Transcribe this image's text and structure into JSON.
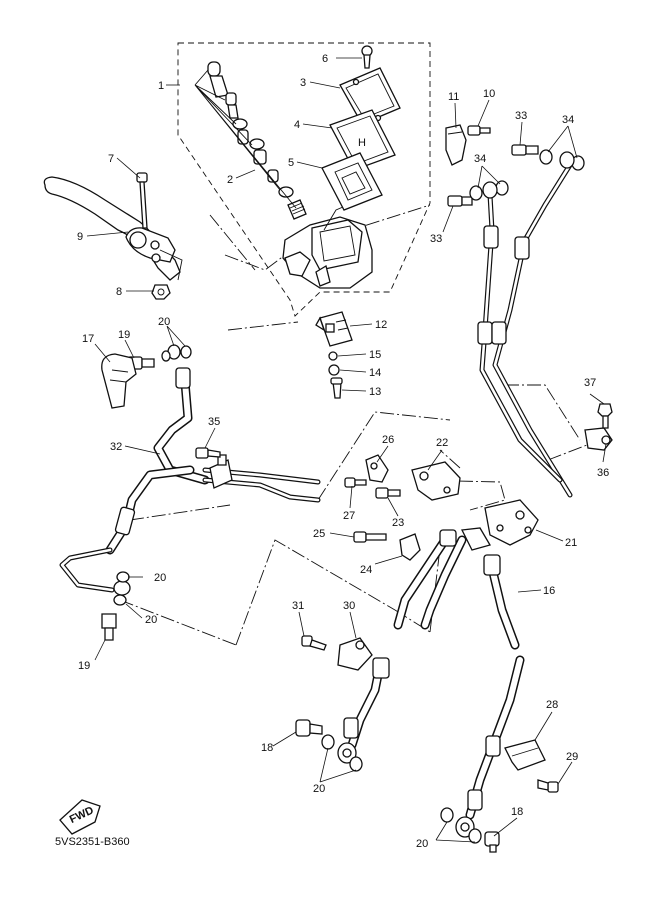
{
  "diagram": {
    "code": "5VS2351-B360",
    "fwd_label": "FWD",
    "callouts": [
      "1",
      "2",
      "3",
      "4",
      "5",
      "6",
      "7",
      "8",
      "9",
      "10",
      "11",
      "12",
      "13",
      "14",
      "15",
      "16",
      "17",
      "18",
      "18",
      "19",
      "19",
      "20",
      "20",
      "20",
      "20",
      "20",
      "21",
      "22",
      "23",
      "24",
      "25",
      "26",
      "27",
      "28",
      "29",
      "30",
      "31",
      "32",
      "33",
      "33",
      "34",
      "34",
      "35",
      "36",
      "37"
    ],
    "caption_mark": "H"
  }
}
